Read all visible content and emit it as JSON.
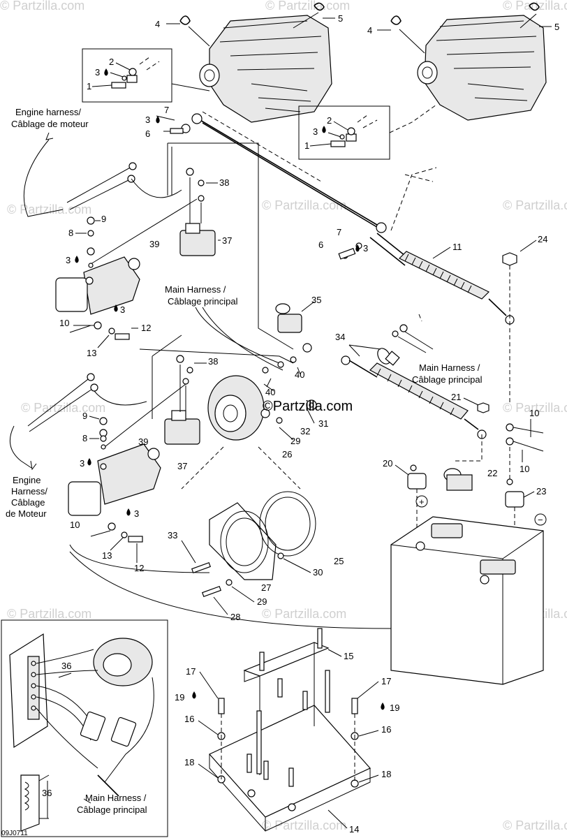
{
  "watermarks": {
    "partzilla": "© Partzilla.com",
    "main": "©Partzilla.com"
  },
  "diagram_code": "09J0711",
  "labels": {
    "engine_harness_top": [
      "Engine harness/",
      "Câblage de moteur"
    ],
    "main_harness_center": [
      "Main Harness /",
      "Câblage principal"
    ],
    "main_harness_right": [
      "Main Harness /",
      "Câblage principal"
    ],
    "engine_harness_left": [
      "Engine",
      "Harness/",
      "Câblage",
      "de Moteur"
    ],
    "main_harness_inset": [
      "Main Harness /",
      "Câblage principal"
    ]
  },
  "polarity": {
    "positive": "+",
    "negative": "−"
  },
  "callouts": {
    "c4a": "4",
    "c5a": "5",
    "c4b": "4",
    "c5b": "5",
    "c2a": "2",
    "c3a": "3",
    "c1a": "1",
    "c2b": "2",
    "c3b": "3",
    "c1b": "1",
    "c7a": "7",
    "c3c": "3",
    "c6a": "6",
    "c38a": "38",
    "c9a": "9",
    "c8a": "8",
    "c39a": "39",
    "c37a": "37",
    "c3d": "3",
    "c3e": "3",
    "c10a": "10",
    "c12a": "12",
    "c13a": "13",
    "c7b": "7",
    "c6b": "6",
    "c3f": "3",
    "c11": "11",
    "c24": "24",
    "c35": "35",
    "c40a": "40",
    "c34": "34",
    "c38b": "38",
    "c40b": "40",
    "c31": "31",
    "c32": "32",
    "c29a": "29",
    "c21": "21",
    "c10b": "10",
    "c10c": "10",
    "c9b": "9",
    "c8b": "8",
    "c39b": "39",
    "c37b": "37",
    "c26": "26",
    "c3g": "3",
    "c3h": "3",
    "c10d": "10",
    "c13b": "13",
    "c12b": "12",
    "c20": "20",
    "c22": "22",
    "c23": "23",
    "c33": "33",
    "c25": "25",
    "c30": "30",
    "c27": "27",
    "c29b": "29",
    "c28": "28",
    "c15": "15",
    "c17a": "17",
    "c17b": "17",
    "c19a": "19",
    "c19b": "19",
    "c16a": "16",
    "c16b": "16",
    "c18a": "18",
    "c18b": "18",
    "c14": "14",
    "c36a": "36",
    "c36b": "36"
  },
  "icons": {
    "drop": "loctite-drop-icon"
  }
}
